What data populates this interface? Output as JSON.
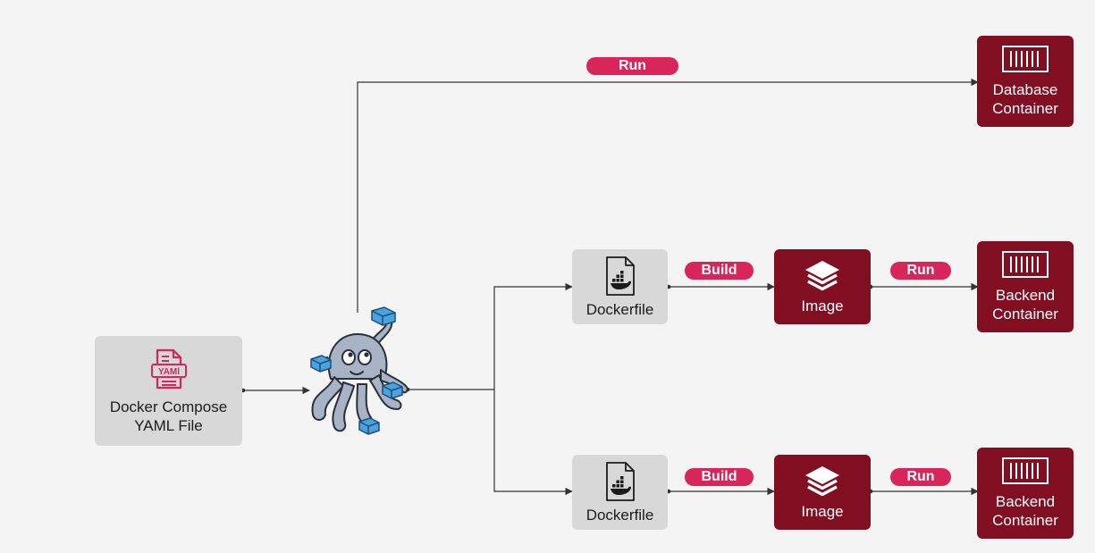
{
  "colors": {
    "background": "#f4f4f4",
    "gray_box": "#d8d8d8",
    "red_box": "#820e21",
    "pill": "#d8255a",
    "line": "#333333",
    "octopus": "#a9b3c6",
    "cube": "#4aa3df"
  },
  "compose_file": {
    "icon": "yaml-file-icon",
    "icon_text": "YAMl",
    "label_line1": "Docker Compose",
    "label_line2": "YAML File"
  },
  "compose_mascot": {
    "icon": "docker-compose-octopus-icon"
  },
  "database": {
    "run_label": "Run",
    "container_icon": "container-icon",
    "label_line1": "Database",
    "label_line2": "Container"
  },
  "pipelines": [
    {
      "dockerfile_icon": "dockerfile-icon",
      "dockerfile_label": "Dockerfile",
      "build_label": "Build",
      "image_icon": "layers-icon",
      "image_label": "Image",
      "run_label": "Run",
      "container_icon": "container-icon",
      "container_line1": "Backend",
      "container_line2": "Container"
    },
    {
      "dockerfile_icon": "dockerfile-icon",
      "dockerfile_label": "Dockerfile",
      "build_label": "Build",
      "image_icon": "layers-icon",
      "image_label": "Image",
      "run_label": "Run",
      "container_icon": "container-icon",
      "container_line1": "Backend",
      "container_line2": "Container"
    }
  ]
}
